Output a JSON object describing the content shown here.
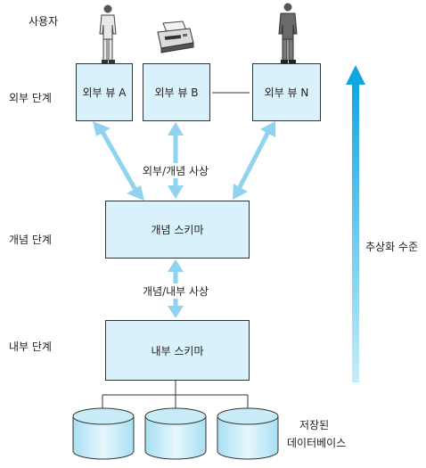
{
  "levels": {
    "user": "사용자",
    "external": "외부 단계",
    "conceptual": "개념 단계",
    "internal": "내부 단계"
  },
  "views": {
    "a": "외부 뷰 A",
    "b": "외부 뷰 B",
    "n": "외부 뷰 N"
  },
  "schemas": {
    "conceptual": "개념 스키마",
    "internal": "내부 스키마"
  },
  "mappings": {
    "external_conceptual": "외부/개념 사상",
    "conceptual_internal": "개념/내부 사상"
  },
  "abstraction_label": "추상화 수준",
  "database_label": [
    "저장된",
    "데이터베이스"
  ],
  "colors": {
    "arrow": "#8fd3ef",
    "arrow_strong": "#0ea3dd",
    "box_fill": "#d9f1fa",
    "cylinder_fill": "#c8ebf8"
  }
}
